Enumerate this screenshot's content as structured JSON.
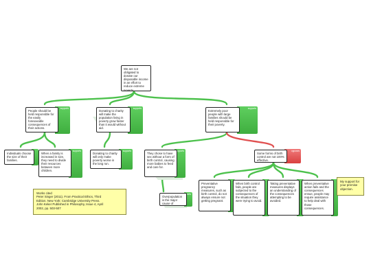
{
  "colors": {
    "support": "#4cc14c",
    "oppose": "#e05050",
    "note_bg": "#ffffa8"
  },
  "labels": {
    "support": "supports",
    "oppose": "opposes"
  },
  "nodes": {
    "root": "We are not obligated to donate our disposable income in an effort to reduce extreme poverty.",
    "people_responsible": "People should be held responsible for the easily foreseeable consequences of their actions.",
    "donating_worse": "Donating to charity will make the population living in poverty grow faster than it would without aid.",
    "extremely_poor": "Extremely poor people with large families should be held responsible for their poverty.",
    "individuals_choose": "Individuals choose the size of their families.",
    "family_increased": "When a family is increased in size, they need to divide their resources between more children.",
    "more_poverty": "Donating to charity will only make poverty worse in the long run.",
    "choose_sex": "They chose to have sex without a form of birth control, causing more babies to feed and care for.",
    "overpopulation": "Overpopulation is the major cause of extreme poverty.",
    "birth_control": "Some forms of birth control are not 100% effective.",
    "preventative": "Preventative pregnancy measures, such as birth control, do not always ensure not getting pregnant.",
    "when_fails": "When birth control fails, people are subjected to the consequences of the situation they were trying to avoid.",
    "taking_measures": "Taking preventative measures displays an understanding of the consequences attempting to be avoided.",
    "when_action_fails": "When preventative action fails and the consequences ensue, people may require assistance to help deal with those consequences."
  },
  "notes": {
    "support": "My support for your premise objection.",
    "works_cited": [
      "Works cited",
      "Peter Singer (2011). From Practical Ethics, Third",
      "Edition. New York: Cambridge University Press.",
      "John Keker Published in Philosophy, Issue 4, April",
      "2002, pp. 503-507"
    ]
  }
}
